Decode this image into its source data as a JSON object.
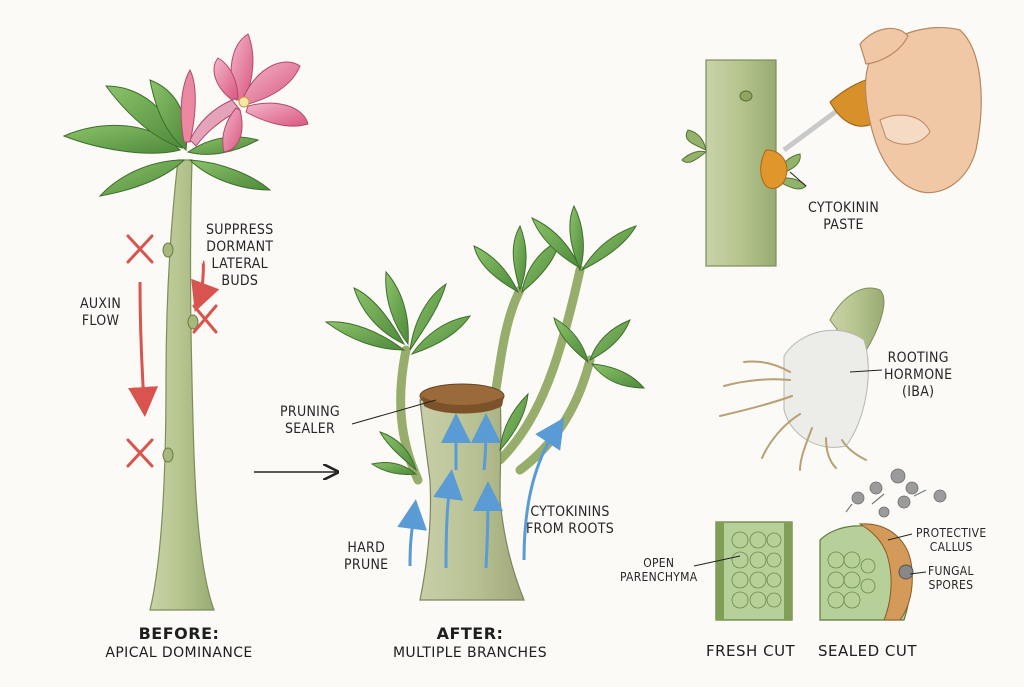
{
  "before": {
    "caption_title": "BEFORE:",
    "caption_sub": "APICAL DOMINANCE"
  },
  "after": {
    "caption_title": "AFTER:",
    "caption_sub": "MULTIPLE BRANCHES"
  },
  "labels": {
    "suppress": [
      "SUPPRESS",
      "DORMANT",
      "LATERAL",
      "BUDS"
    ],
    "auxin": [
      "AUXIN",
      "FLOW"
    ],
    "pruning_sealer": [
      "PRUNING",
      "SEALER"
    ],
    "hard_prune": [
      "HARD",
      "PRUNE"
    ],
    "cytokinins_roots": [
      "CYTOKININS",
      "FROM ROOTS"
    ],
    "cytokinin_paste": [
      "CYTOKININ",
      "PASTE"
    ],
    "rooting_hormone": [
      "ROOTING",
      "HORMONE",
      "(IBA)"
    ],
    "open_parenchyma": [
      "OPEN",
      "PARENCHYMA"
    ],
    "protective_callus": [
      "PROTECTIVE",
      "CALLUS"
    ],
    "fungal_spores": [
      "FUNGAL",
      "SPORES"
    ],
    "fresh_cut": "FRESH CUT",
    "sealed_cut": "SEALED CUT"
  },
  "colors": {
    "auxin_arrow": "#d9534f",
    "cytokinin_arrow": "#5b9bd5",
    "leaf": "#6aa84f",
    "stem": "#b8c79a",
    "flower": "#e07aa0",
    "sealer": "#9a6a3a",
    "paste": "#e0962a"
  }
}
